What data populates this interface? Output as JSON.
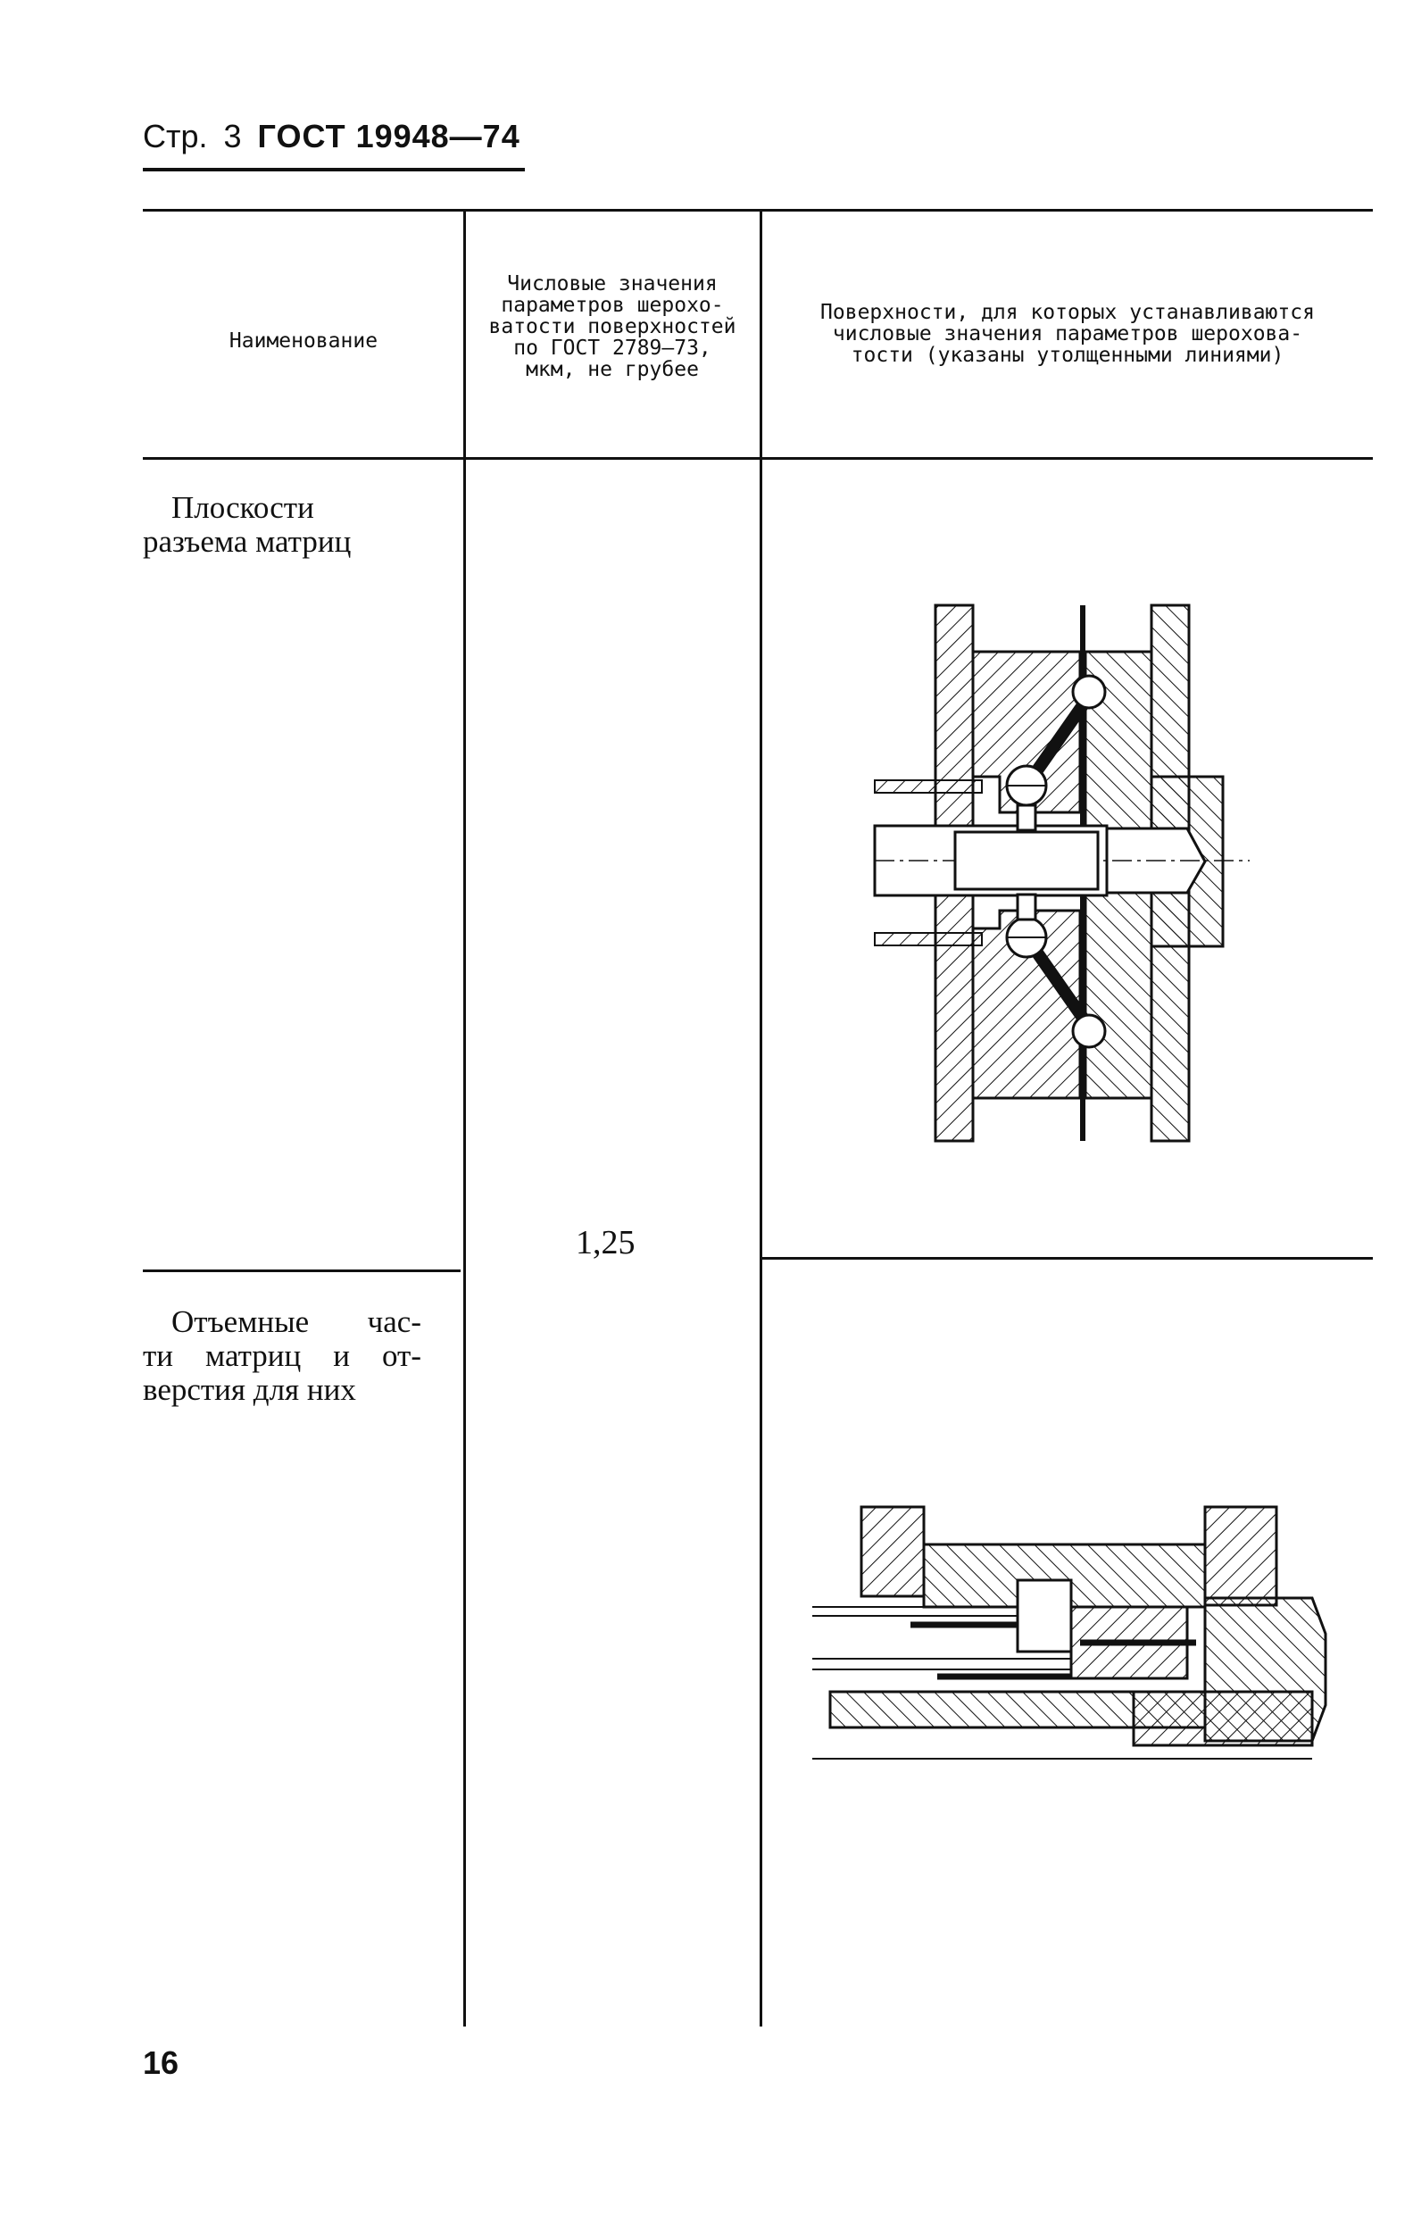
{
  "header": {
    "prefix": "Стр.",
    "page_num": "3",
    "standard": "ГОСТ 19948—74"
  },
  "table": {
    "columns": [
      {
        "label": "Наименование"
      },
      {
        "lines": [
          "Числовые значения",
          "параметров шерохо-",
          "ватости поверхностей",
          "по ГОСТ 2789—73,",
          "мкм, не грубее"
        ]
      },
      {
        "lines": [
          "Поверхности, для которых устанавливаются",
          "числовые значения параметров шерохова-",
          "тости (указаны утолщенными линиями)"
        ]
      }
    ],
    "rows": [
      {
        "name_lines": [
          "Плоскости",
          "разъема матриц"
        ],
        "drawing": "matrix-parting-plane-drawing"
      },
      {
        "name_lines": [
          [
            "Отъемные",
            "час-"
          ],
          [
            "ти",
            "матриц",
            "и",
            "от-"
          ],
          [
            "верстия для них"
          ]
        ],
        "drawing": "removable-matrix-parts-drawing"
      }
    ],
    "roughness_value": "1,25"
  },
  "footer": {
    "page_number": "16"
  }
}
